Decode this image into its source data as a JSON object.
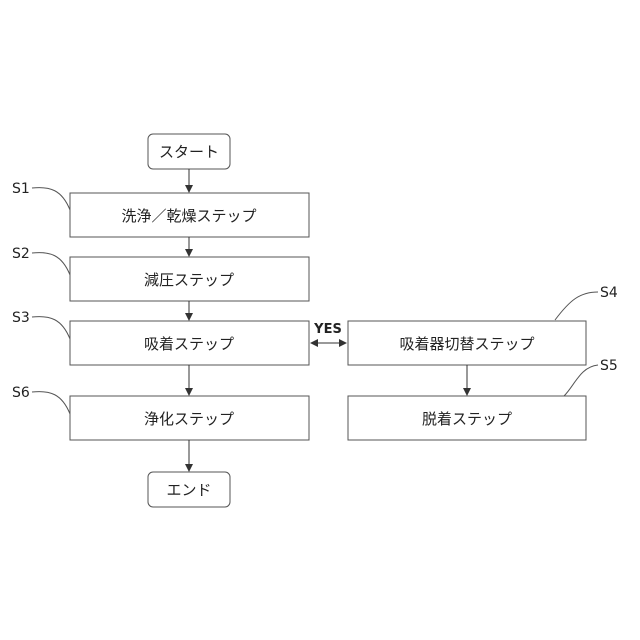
{
  "nodes": {
    "start": {
      "text": "スタート"
    },
    "s1": {
      "label": "S1",
      "text": "洗浄／乾燥ステップ"
    },
    "s2": {
      "label": "S2",
      "text": "減圧ステップ"
    },
    "s3": {
      "label": "S3",
      "text": "吸着ステップ"
    },
    "s4": {
      "label": "S4",
      "text": "吸着器切替ステップ"
    },
    "s5": {
      "label": "S5",
      "text": "脱着ステップ"
    },
    "s6": {
      "label": "S6",
      "text": "浄化ステップ"
    },
    "end": {
      "text": "エンド"
    }
  },
  "edges": {
    "yes_label": "YES"
  },
  "colors": {
    "stroke": "#555555",
    "text": "#222222",
    "background": "#ffffff"
  }
}
